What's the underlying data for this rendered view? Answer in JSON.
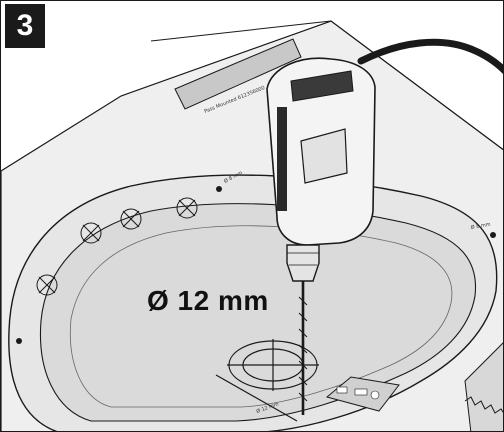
{
  "step": {
    "number": "3"
  },
  "drill_label": "Ø 12 mm",
  "tape_text": "Pass Mounted 612356000",
  "callouts": {
    "top": "Ø 8 mm",
    "right": "Ø 8 mm",
    "bottom": "Ø 12 mm"
  },
  "colors": {
    "outline": "#1a1a1a",
    "counter_fill": "#e9e9e9",
    "sink_fill": "#d7d7d7",
    "tape_fill": "#c8c8c8",
    "badge_bg": "#1a1a1a"
  }
}
